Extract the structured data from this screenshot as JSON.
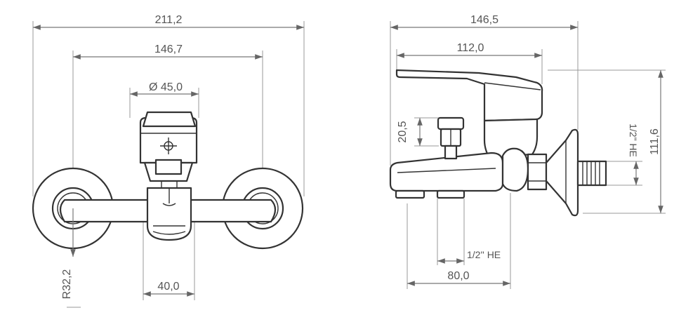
{
  "front_view": {
    "overall_width": "211,2",
    "inlet_centers": "146,7",
    "handle_diameter": "Ø 45,0",
    "spout_width": "40,0",
    "flange_radius": "R32,2"
  },
  "side_view": {
    "overall_depth": "146,5",
    "lever_length": "112,0",
    "shower_outlet_height": "20,5",
    "overall_height": "111,6",
    "inlet_thread": "1/2\" HE",
    "shower_thread": "1/2'' HE",
    "spout_projection": "80,0"
  }
}
